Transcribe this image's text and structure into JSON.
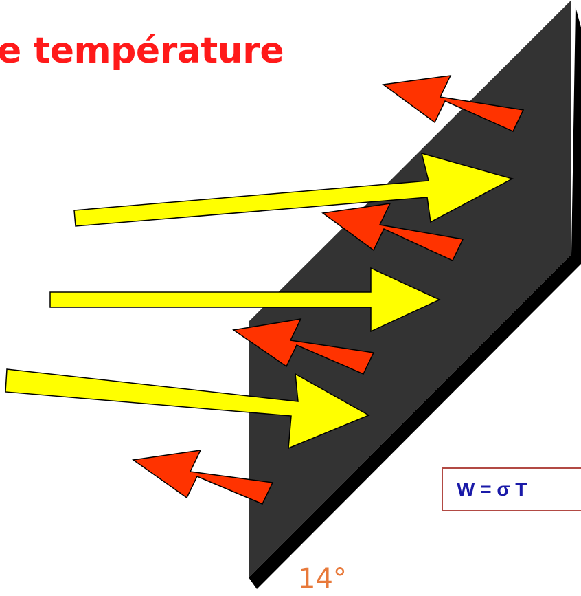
{
  "title": "e température",
  "formula": "W = σ T",
  "temperature_label": "14°",
  "colors": {
    "title": "#ff1a1a",
    "panel": "#333333",
    "panel_edge": "#000000",
    "incoming_arrow": "#ffff00",
    "emitted_arrow": "#ff3300",
    "arrow_outline": "#000000",
    "formula_text": "#1a1aa8",
    "formula_border": "#b24a44",
    "temperature_label": "#e8793a"
  },
  "arrows": {
    "incoming_count": 3,
    "emitted_count": 4
  }
}
